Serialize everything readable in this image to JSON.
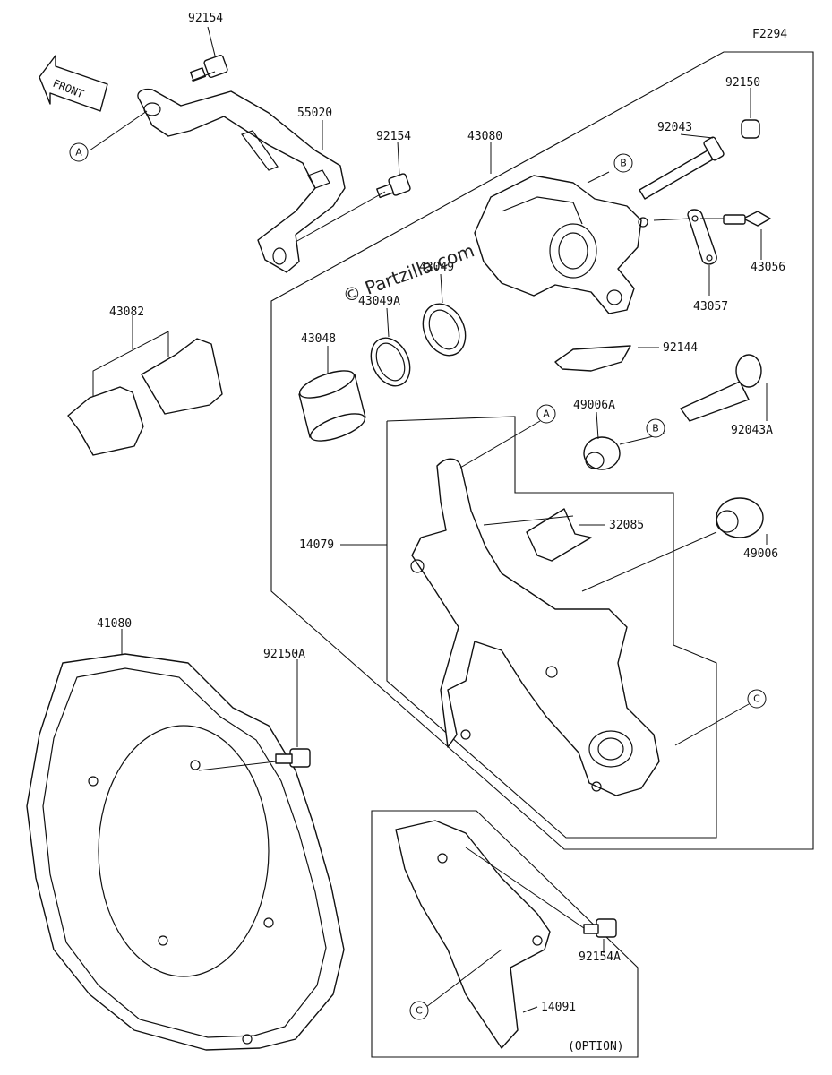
{
  "diagram": {
    "figure_id": "F2294",
    "watermark": "© Partzilla.com",
    "front_arrow": "FRONT",
    "option_note": "(OPTION)",
    "callouts": [
      "A",
      "A",
      "B",
      "B",
      "C",
      "C"
    ],
    "part_labels": [
      "92154",
      "55020",
      "92154",
      "43080",
      "92150",
      "92043",
      "43056",
      "43057",
      "43082",
      "43048",
      "43049A",
      "43049",
      "92144",
      "49006A",
      "92043A",
      "14079",
      "32085",
      "49006",
      "41080",
      "92150A",
      "92154A",
      "14091"
    ]
  }
}
